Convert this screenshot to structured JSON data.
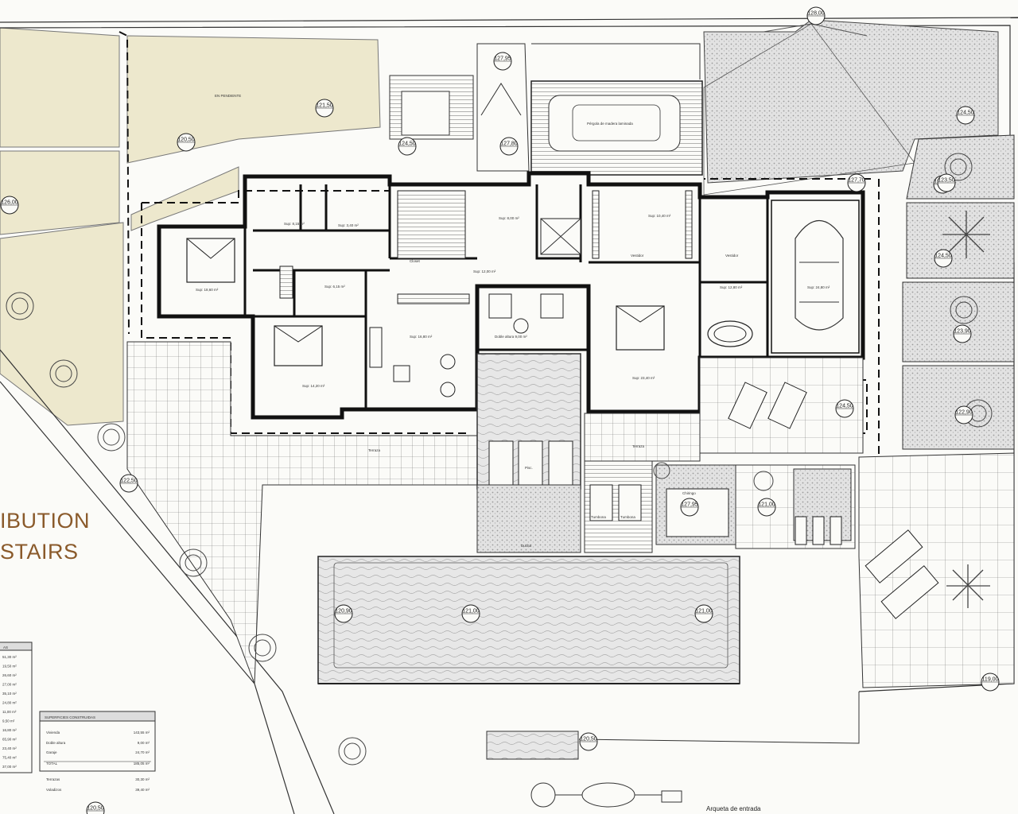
{
  "title": {
    "line1": "IBUTION",
    "line2": "STAIRS"
  },
  "levels": [
    "128,00",
    "127,95",
    "121,50",
    "120,50",
    "127,80",
    "127,70",
    "126,00",
    "124,50",
    "126,00",
    "124,50",
    "124,50",
    "124,50",
    "123,90",
    "122,90",
    "122,50",
    "120,90",
    "121,00",
    "121,00",
    "121,00",
    "123,50",
    "120,50",
    "119,00",
    "120,50",
    "127,95"
  ],
  "terrain_note": "EN PENDIENTE",
  "pergola": "Pérgola de madera laminada",
  "rooms": [
    {
      "label": "Sup: 18,60 m²"
    },
    {
      "label": "Sup: 14,20 m²"
    },
    {
      "label": "Sup: 16,80 m²"
    },
    {
      "label": "Sup: 23,40 m²"
    },
    {
      "label": "Sup: 10,40 m²"
    },
    {
      "label": "Sup: 12,80 m²"
    },
    {
      "label": "Sup: 12,00 m²"
    },
    {
      "label": "Sup: 8,00 m²"
    },
    {
      "label": "Sup: 8,15 m²"
    },
    {
      "label": "Sup: 3,40 m²"
    },
    {
      "label": "Sup: 6,15 m²"
    },
    {
      "label": "Sup: 24,80 m²"
    },
    {
      "label": "Doble altura 9,00 m²"
    }
  ],
  "areas": {
    "terraza1": "Terraza",
    "terraza2": "Terraza",
    "piscina": "Pisc.",
    "ducha": "Ducha",
    "chiringo": "Chiringo",
    "tumbona1": "Tumbona",
    "tumbona2": "Tumbona",
    "arqueta": "Arqueta de entrada",
    "vestidor": "Vestidor",
    "vestidor2": "Vestidor",
    "closet": "Closet"
  },
  "left_table": {
    "header": "AS",
    "values": [
      "51,30 m²",
      "19,50 m²",
      "26,60 m²",
      "27,00 m²",
      "35,10 m²",
      "24,80 m²",
      "11,00 m²",
      "9,50 m²",
      "16,80 m²",
      "65,90 m²",
      "23,40 m²",
      "75,40 m²",
      "37,00 m²"
    ]
  },
  "sup_table": {
    "header": "SUPERFICIES CONSTRUIDAS",
    "rows": [
      {
        "label": "Vivienda",
        "value": "143,55 m²"
      },
      {
        "label": "Doble altura",
        "value": "9,00 m²"
      },
      {
        "label": "Garaje",
        "value": "24,70 m²"
      },
      {
        "label": "TOTAL",
        "value": "185,05 m²"
      },
      {
        "label": "Terrazas",
        "value": "30,30 m²"
      },
      {
        "label": "Voladizos",
        "value": "39,40 m²"
      }
    ]
  },
  "colors": {
    "terrain": "#ede8cd",
    "line": "#1a1a1a",
    "title": "#8a5a2b",
    "stone": "#cfcfcf"
  }
}
